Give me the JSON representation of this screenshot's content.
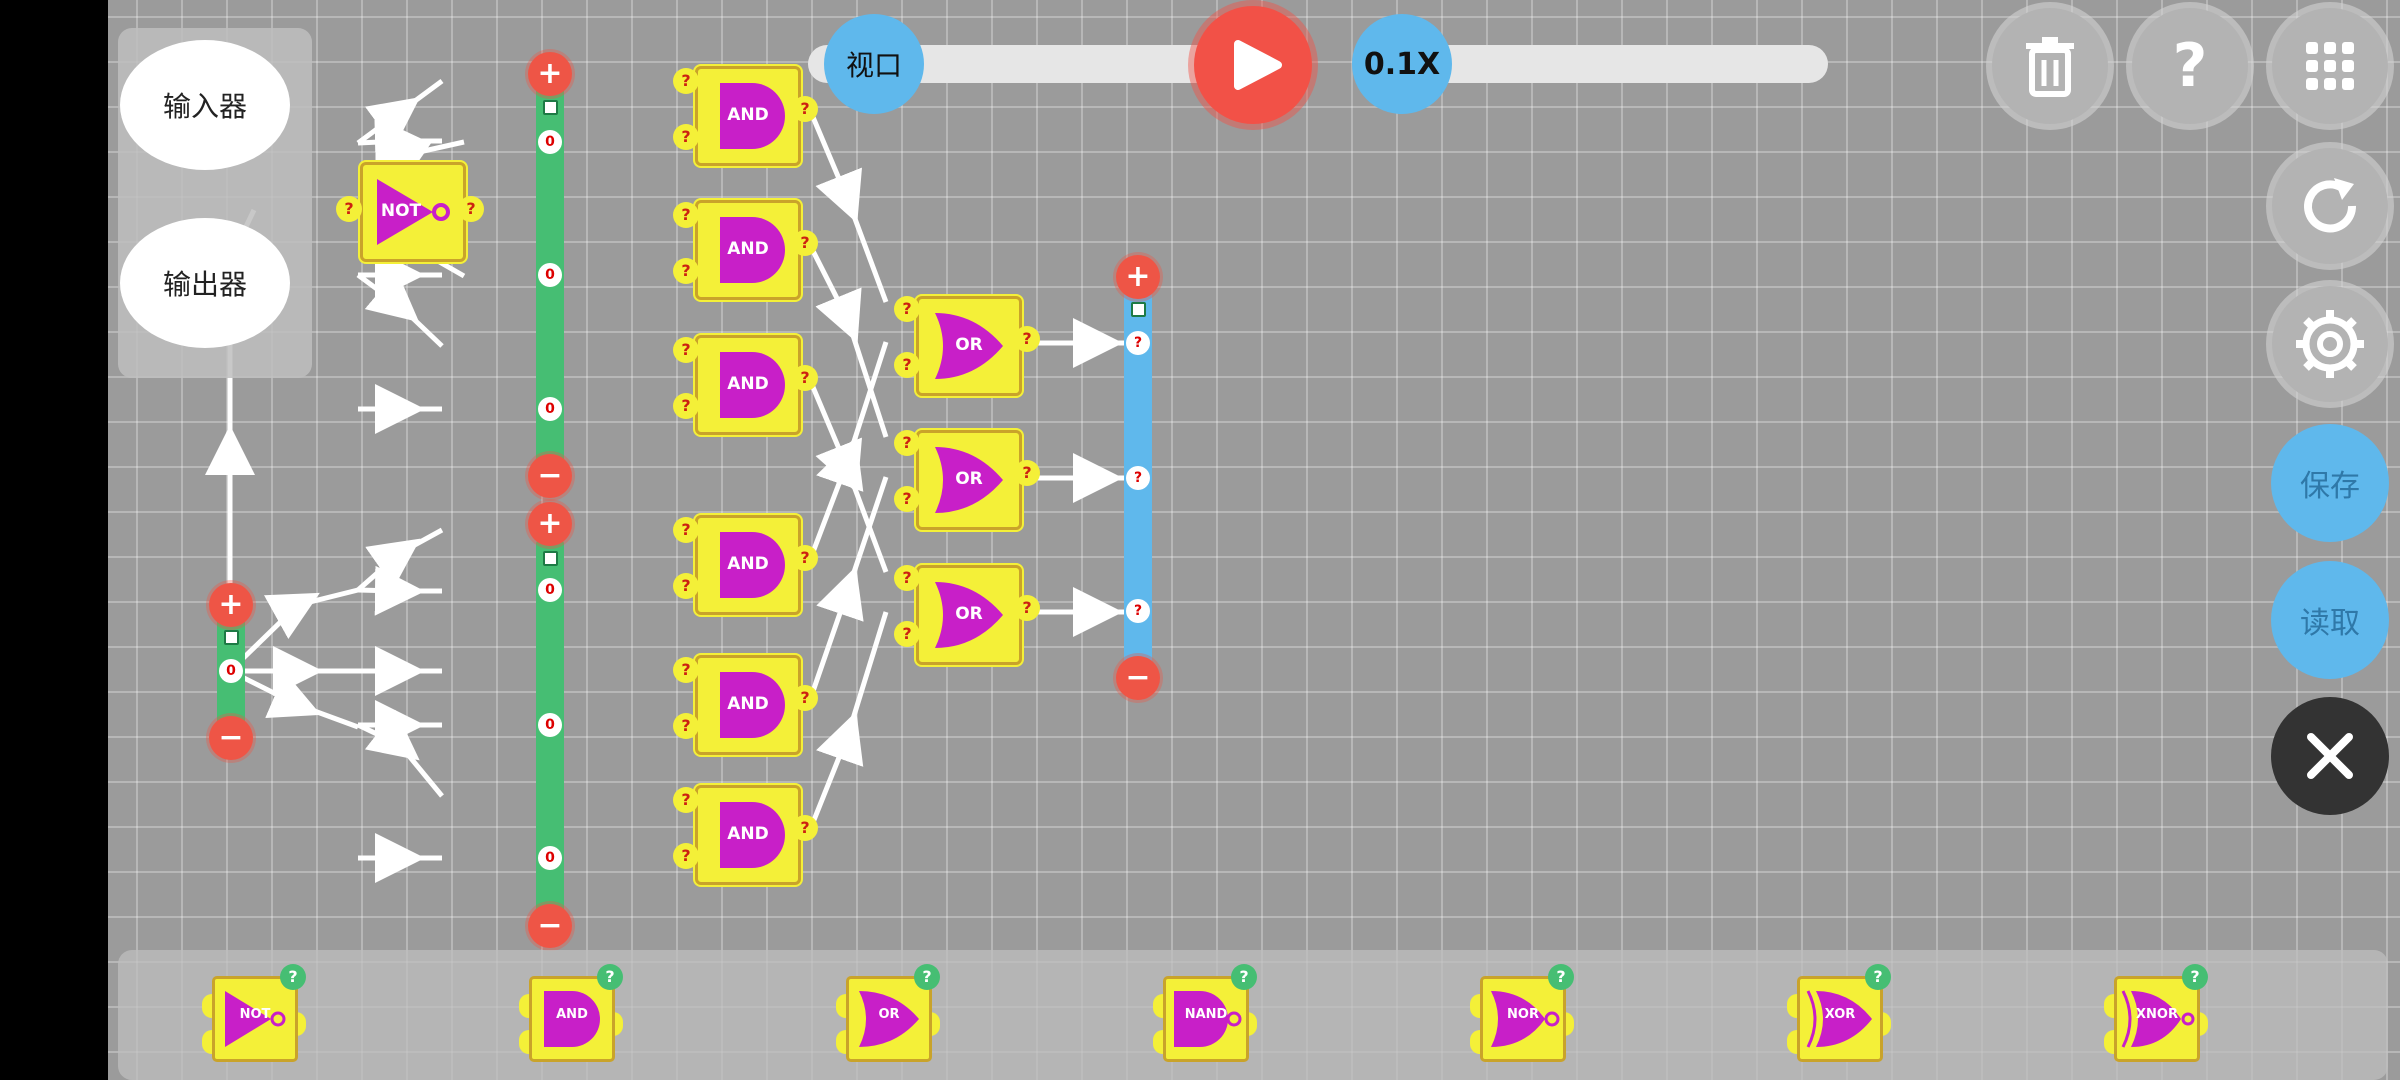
{
  "side_panel": {
    "input_label": "输入器",
    "output_label": "输出器"
  },
  "top_bar": {
    "view_label": "视口",
    "speed_label": "0.1X"
  },
  "right_panel": {
    "save_label": "保存",
    "load_label": "读取"
  },
  "placeholder_mark": "?",
  "bus_marks": {
    "add": "+",
    "remove": "−",
    "node_zero": "0",
    "node_unknown": "?"
  },
  "circuit": {
    "not_gate": "NOT",
    "and_gates": [
      "AND",
      "AND",
      "AND",
      "AND",
      "AND",
      "AND"
    ],
    "or_gates": [
      "OR",
      "OR",
      "OR"
    ]
  },
  "palette": {
    "items": [
      {
        "label": "NOT",
        "icon": "not-gate-icon"
      },
      {
        "label": "AND",
        "icon": "and-gate-icon"
      },
      {
        "label": "OR",
        "icon": "or-gate-icon"
      },
      {
        "label": "NAND",
        "icon": "nand-gate-icon"
      },
      {
        "label": "NOR",
        "icon": "nor-gate-icon"
      },
      {
        "label": "XOR",
        "icon": "xor-gate-icon"
      },
      {
        "label": "XNOR",
        "icon": "xnor-gate-icon"
      }
    ]
  },
  "colors": {
    "gate_body": "#f4f038",
    "gate_symbol": "#c81fc8",
    "bus_green": "#46be73",
    "bus_blue": "#5fb8ec",
    "button_red": "#f25147"
  }
}
